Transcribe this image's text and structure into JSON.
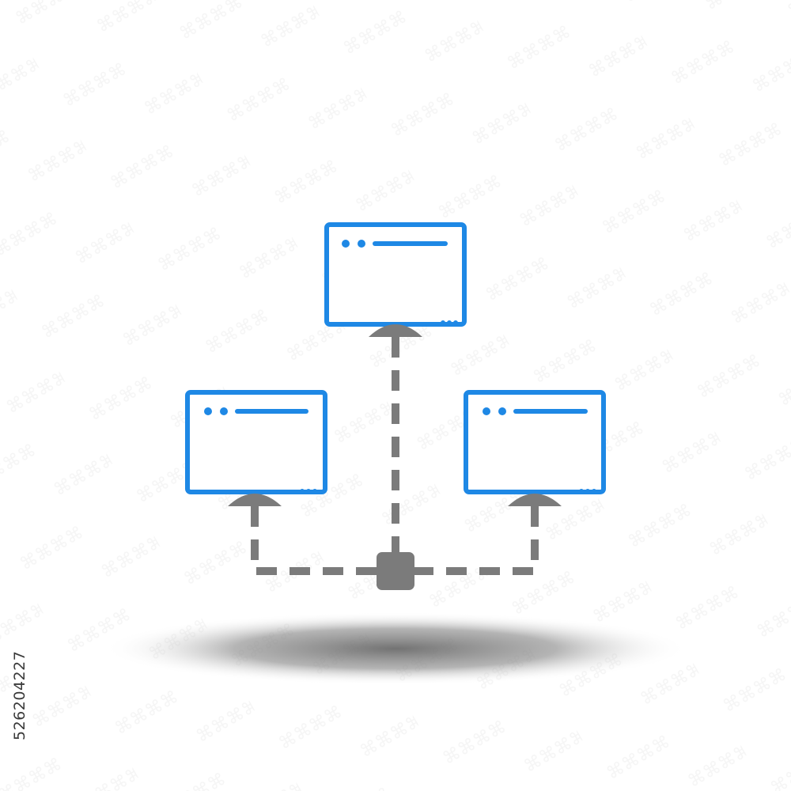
{
  "colors": {
    "background": "#ffffff",
    "monitor_accent": "#1e88e5",
    "connector_gray": "#7b7b7b",
    "shadow_gray": "#6e6e6e",
    "watermark_gray": "#f1f1f1"
  },
  "icon": {
    "name": "network-computers-icon",
    "monitor_count": 3,
    "hub_count": 1
  },
  "watermark": {
    "text": "Adobe Stock",
    "image_id": "526204227"
  }
}
